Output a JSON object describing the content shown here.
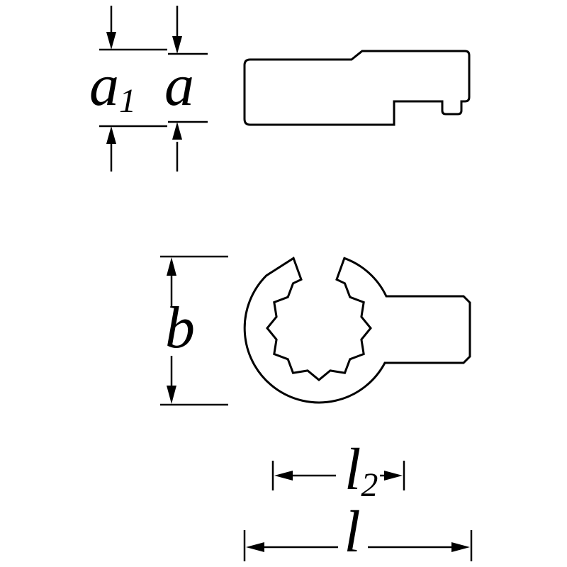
{
  "figure": {
    "type": "technical-drawing",
    "description": "Dimensioned line drawing of an open-ring (box-end) insert wrench: side view with square drive tang (top) and front view of the open 12-point ring head (middle), with dimension callouts",
    "colors": {
      "line": "#000000",
      "background": "#ffffff"
    }
  },
  "labels": {
    "a1": {
      "main": "a",
      "sub": "1"
    },
    "a": {
      "main": "a"
    },
    "b": {
      "main": "b"
    },
    "l2": {
      "main": "l",
      "sub": "2"
    },
    "l": {
      "main": "l"
    }
  }
}
